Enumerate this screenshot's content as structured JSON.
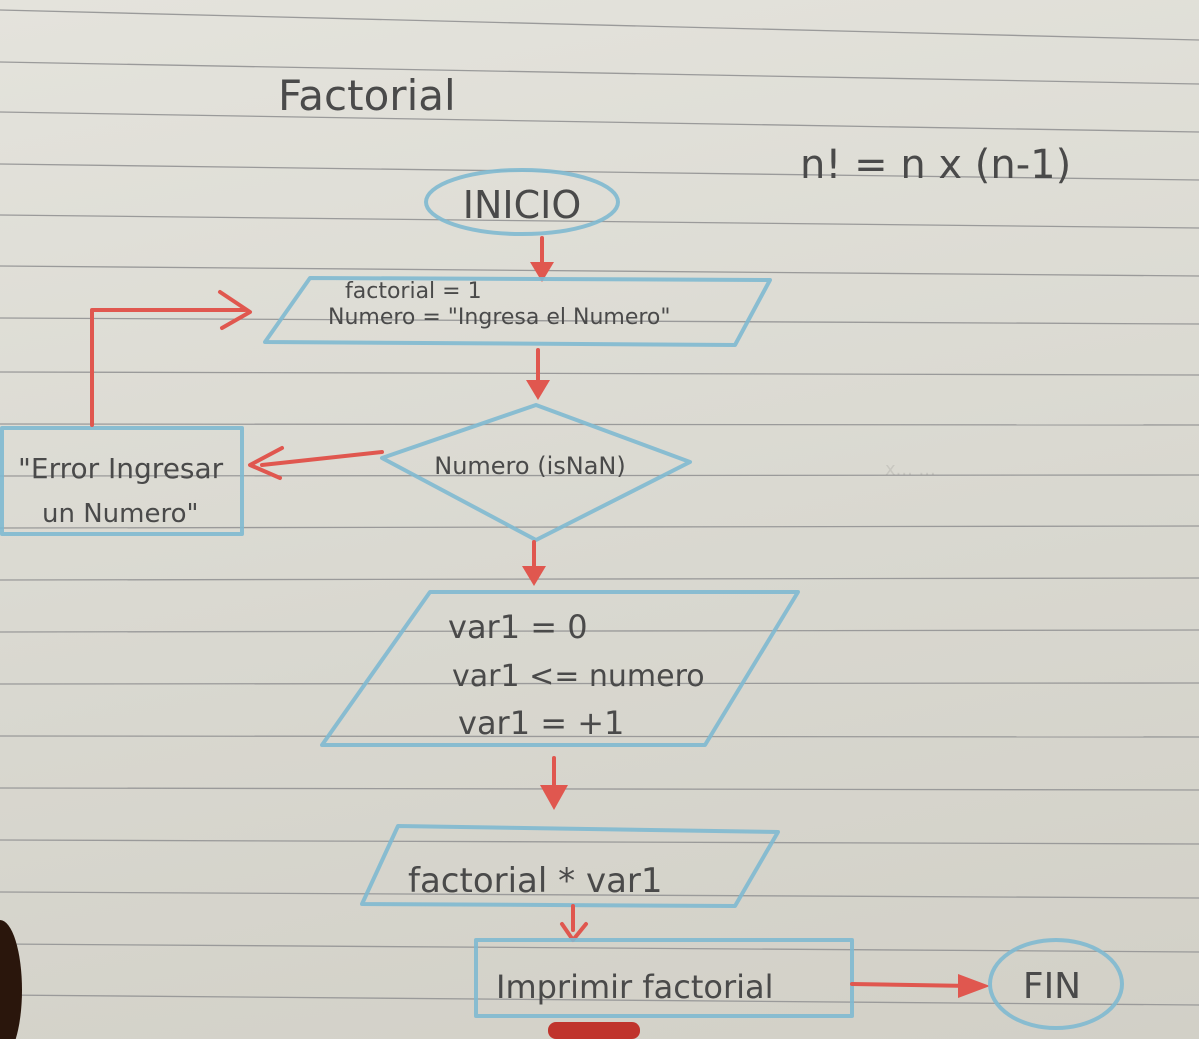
{
  "title": "Factorial",
  "formula": "n! = n x (n-1)",
  "faint_note": "x... ...",
  "nodes": {
    "start": "INICIO",
    "init_line1": "factorial = 1",
    "init_line2": "Numero = \"Ingresa el Numero\"",
    "decision": "Numero (isNaN)",
    "error_line1": "\"Error Ingresar",
    "error_line2": "un Numero\"",
    "loop_line1": "var1 = 0",
    "loop_line2": "var1 <= numero",
    "loop_line3": "var1 = +1",
    "process": "factorial * var1",
    "output": "Imprimir factorial",
    "end": "FIN"
  },
  "colors": {
    "shape_outline": "#7fb9d0",
    "arrow": "#e0574f",
    "ink": "#4a4a4a"
  }
}
